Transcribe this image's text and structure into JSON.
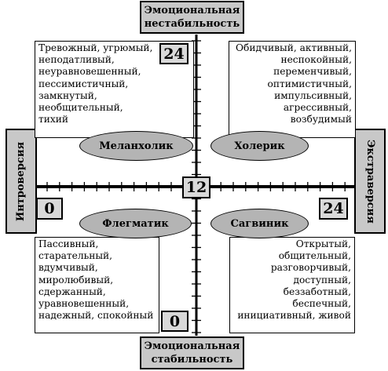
{
  "axes": {
    "top": [
      "Эмоциональная",
      "нестабильность"
    ],
    "bottom": [
      "Эмоциональная",
      "стабильность"
    ],
    "left": "Интроверсия",
    "right": "Экстраверсия"
  },
  "scale": {
    "center": "12",
    "top": "24",
    "bottom": "0",
    "left": "0",
    "right": "24"
  },
  "temperaments": {
    "melancholic": {
      "name": "Меланхолик",
      "traits": [
        "Тревожный, угрюмый,",
        "неподатливый,",
        "неуравновешенный,",
        "пессимистичный,",
        "замкнутый,",
        "необщительный,",
        "тихий"
      ]
    },
    "choleric": {
      "name": "Холерик",
      "traits": [
        "Обидчивый, активный,",
        "неспокойный,",
        "переменчивый,",
        "оптимистичный,",
        "импульсивный,",
        "агрессивный,",
        "возбудимый"
      ]
    },
    "phlegmatic": {
      "name": "Флегматик",
      "traits": [
        "Пассивный,",
        "старательный,",
        "вдумчивый,",
        "миролюбивый,",
        "сдержанный,",
        "уравновешенный,",
        "надежный, спокойный"
      ]
    },
    "sanguine": {
      "name": "Сагвиник",
      "traits": [
        "Открытый,",
        "общительный,",
        "разговорчивый,",
        "доступный,",
        "беззаботный,",
        "беспечный,",
        "инициативный, живой"
      ]
    }
  }
}
